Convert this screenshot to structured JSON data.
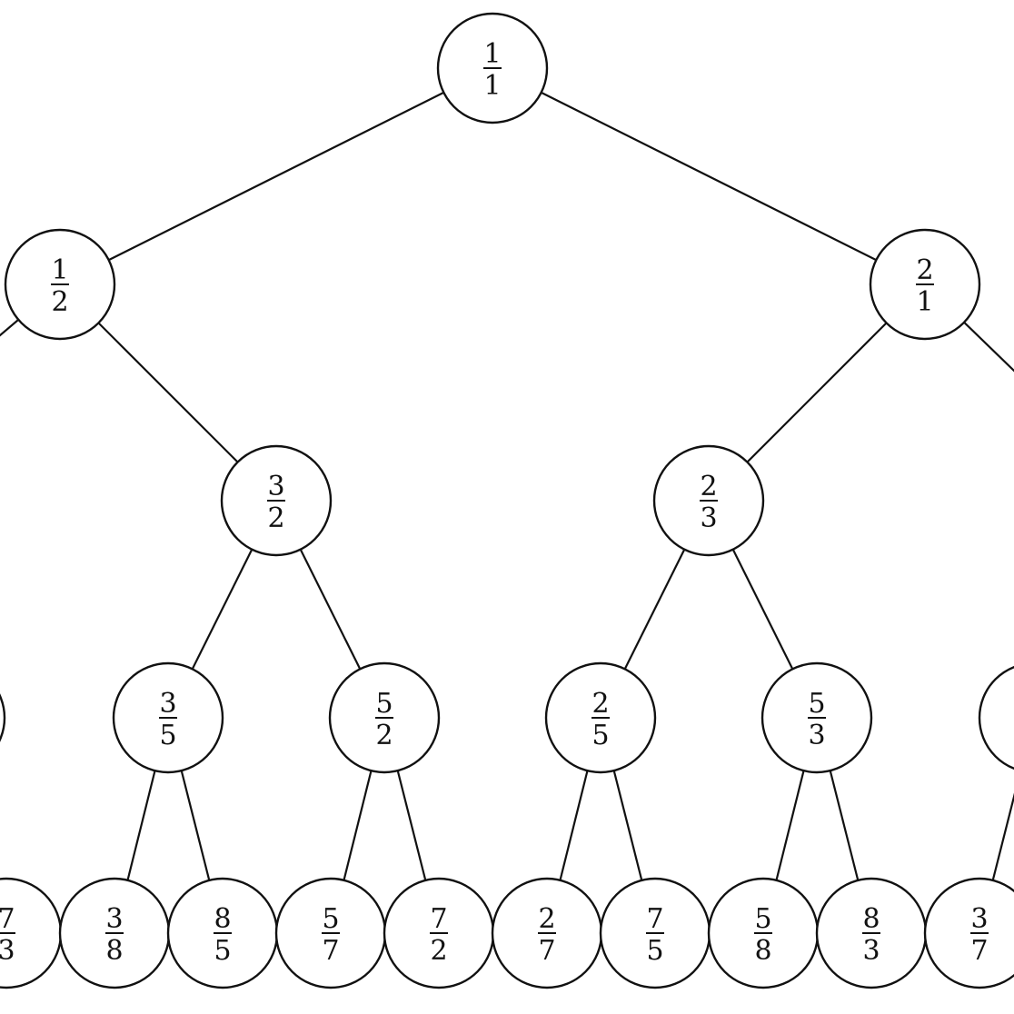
{
  "diagram": {
    "type": "binary-tree",
    "nodes": [
      {
        "id": "r",
        "num": "1",
        "den": "1"
      },
      {
        "id": "l",
        "num": "1",
        "den": "2"
      },
      {
        "id": "rr",
        "num": "2",
        "den": "1"
      },
      {
        "id": "l2r",
        "num": "3",
        "den": "2"
      },
      {
        "id": "r2l",
        "num": "2",
        "den": "3"
      },
      {
        "id": "l3l",
        "num": "",
        "den": ""
      },
      {
        "id": "l3a",
        "num": "3",
        "den": "5"
      },
      {
        "id": "l3b",
        "num": "5",
        "den": "2"
      },
      {
        "id": "l3c",
        "num": "2",
        "den": "5"
      },
      {
        "id": "l3d",
        "num": "5",
        "den": "3"
      },
      {
        "id": "l3r",
        "num": "",
        "den": ""
      },
      {
        "id": "l4_0",
        "num": "7",
        "den": "3"
      },
      {
        "id": "l4_1",
        "num": "3",
        "den": "8"
      },
      {
        "id": "l4_2",
        "num": "8",
        "den": "5"
      },
      {
        "id": "l4_3",
        "num": "5",
        "den": "7"
      },
      {
        "id": "l4_4",
        "num": "7",
        "den": "2"
      },
      {
        "id": "l4_5",
        "num": "2",
        "den": "7"
      },
      {
        "id": "l4_6",
        "num": "7",
        "den": "5"
      },
      {
        "id": "l4_7",
        "num": "5",
        "den": "8"
      },
      {
        "id": "l4_8",
        "num": "8",
        "den": "3"
      },
      {
        "id": "l4_9",
        "num": "3",
        "den": "7"
      }
    ],
    "edges": [
      [
        "r",
        "l"
      ],
      [
        "r",
        "rr"
      ],
      [
        "l",
        "l2r"
      ],
      [
        "rr",
        "r2l"
      ],
      [
        "l2r",
        "l3a"
      ],
      [
        "l2r",
        "l3b"
      ],
      [
        "r2l",
        "l3c"
      ],
      [
        "r2l",
        "l3d"
      ],
      [
        "l3a",
        "l4_1"
      ],
      [
        "l3a",
        "l4_2"
      ],
      [
        "l3b",
        "l4_3"
      ],
      [
        "l3b",
        "l4_4"
      ],
      [
        "l3c",
        "l4_5"
      ],
      [
        "l3c",
        "l4_6"
      ],
      [
        "l3d",
        "l4_7"
      ],
      [
        "l3d",
        "l4_8"
      ]
    ],
    "offscreen_edges": [
      {
        "from": "l",
        "to": "offscreen-left"
      },
      {
        "from": "rr",
        "to": "offscreen-right"
      },
      {
        "from": "l3r",
        "to": "l4_9"
      }
    ]
  }
}
